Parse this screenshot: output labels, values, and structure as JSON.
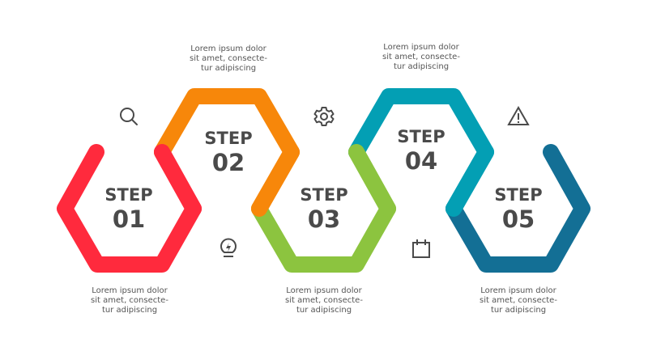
{
  "diagram": {
    "title": "",
    "steps": [
      {
        "word": "STEP",
        "number": "01",
        "color": "#FF2A3D",
        "position": "low",
        "description": [
          "Lorem ipsum dolor",
          "sit amet, consecte-",
          "tur adipiscing"
        ],
        "icon": "search-icon"
      },
      {
        "word": "STEP",
        "number": "02",
        "color": "#F7870A",
        "position": "high",
        "description": [
          "Lorem ipsum dolor",
          "sit amet, consecte-",
          "tur adipiscing"
        ],
        "icon": "lightbulb-icon"
      },
      {
        "word": "STEP",
        "number": "03",
        "color": "#8CC43F",
        "position": "low",
        "description": [
          "Lorem ipsum dolor",
          "sit amet, consecte-",
          "tur adipiscing"
        ],
        "icon": "gear-icon"
      },
      {
        "word": "STEP",
        "number": "04",
        "color": "#039FB4",
        "position": "high",
        "description": [
          "Lorem ipsum dolor",
          "sit amet, consecte-",
          "tur adipiscing"
        ],
        "icon": "calendar-icon"
      },
      {
        "word": "STEP",
        "number": "05",
        "color": "#136F95",
        "position": "low",
        "description": [
          "Lorem ipsum dolor",
          "sit amet, consecte-",
          "tur adipiscing"
        ],
        "icon": "warning-icon"
      }
    ],
    "icon_color": "#4a4a4a",
    "text_color": "#4a4a4a"
  }
}
